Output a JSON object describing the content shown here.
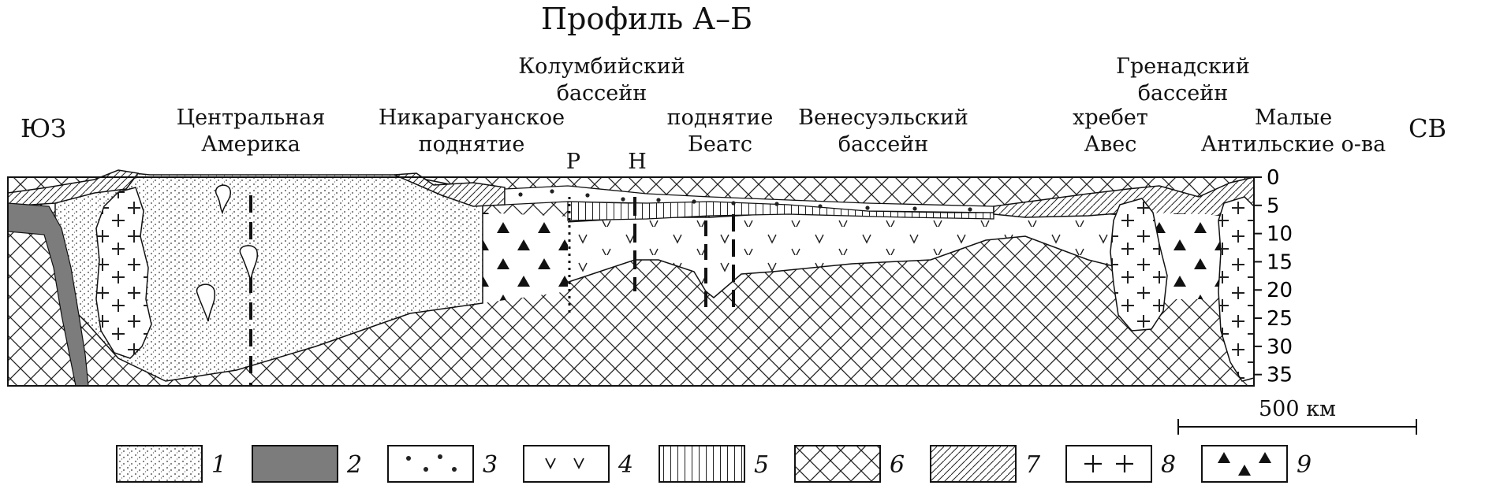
{
  "title": "Профиль А–Б",
  "sides": {
    "left": "ЮЗ",
    "right": "СВ"
  },
  "regions": {
    "central_america": [
      "Центральная",
      "Америка"
    ],
    "nicaraguan_rise": [
      "Никарагуанское",
      "поднятие"
    ],
    "colombian_basin": [
      "Колумбийский",
      "бассейн"
    ],
    "beata_rise": [
      "поднятие",
      "Беатс"
    ],
    "venezuelan_basin": [
      "Венесуэльский",
      "бассейн"
    ],
    "grenada_basin": [
      "Гренадский",
      "бассейн"
    ],
    "aves_ridge": [
      "хребет",
      "Авес"
    ],
    "lesser_antilles": [
      "Малые",
      "Антильские о-ва"
    ]
  },
  "markers": {
    "r": "Р",
    "h": "Н"
  },
  "depth_axis": {
    "ticks": [
      "0",
      "5",
      "10",
      "15",
      "20",
      "25",
      "30",
      "35"
    ]
  },
  "scale_bar": {
    "label": "500 км"
  },
  "legend": [
    {
      "number": "1",
      "pattern": "dotted-sediment"
    },
    {
      "number": "2",
      "pattern": "solid-gray"
    },
    {
      "number": "3",
      "pattern": "sparse-dots"
    },
    {
      "number": "4",
      "pattern": "v-marks"
    },
    {
      "number": "5",
      "pattern": "vertical-lines"
    },
    {
      "number": "6",
      "pattern": "crosshatch"
    },
    {
      "number": "7",
      "pattern": "diagonal-lines"
    },
    {
      "number": "8",
      "pattern": "plus-signs"
    },
    {
      "number": "9",
      "pattern": "triangles"
    }
  ],
  "colors": {
    "solid_gray": "#7c7c7c",
    "ink": "#111111"
  }
}
